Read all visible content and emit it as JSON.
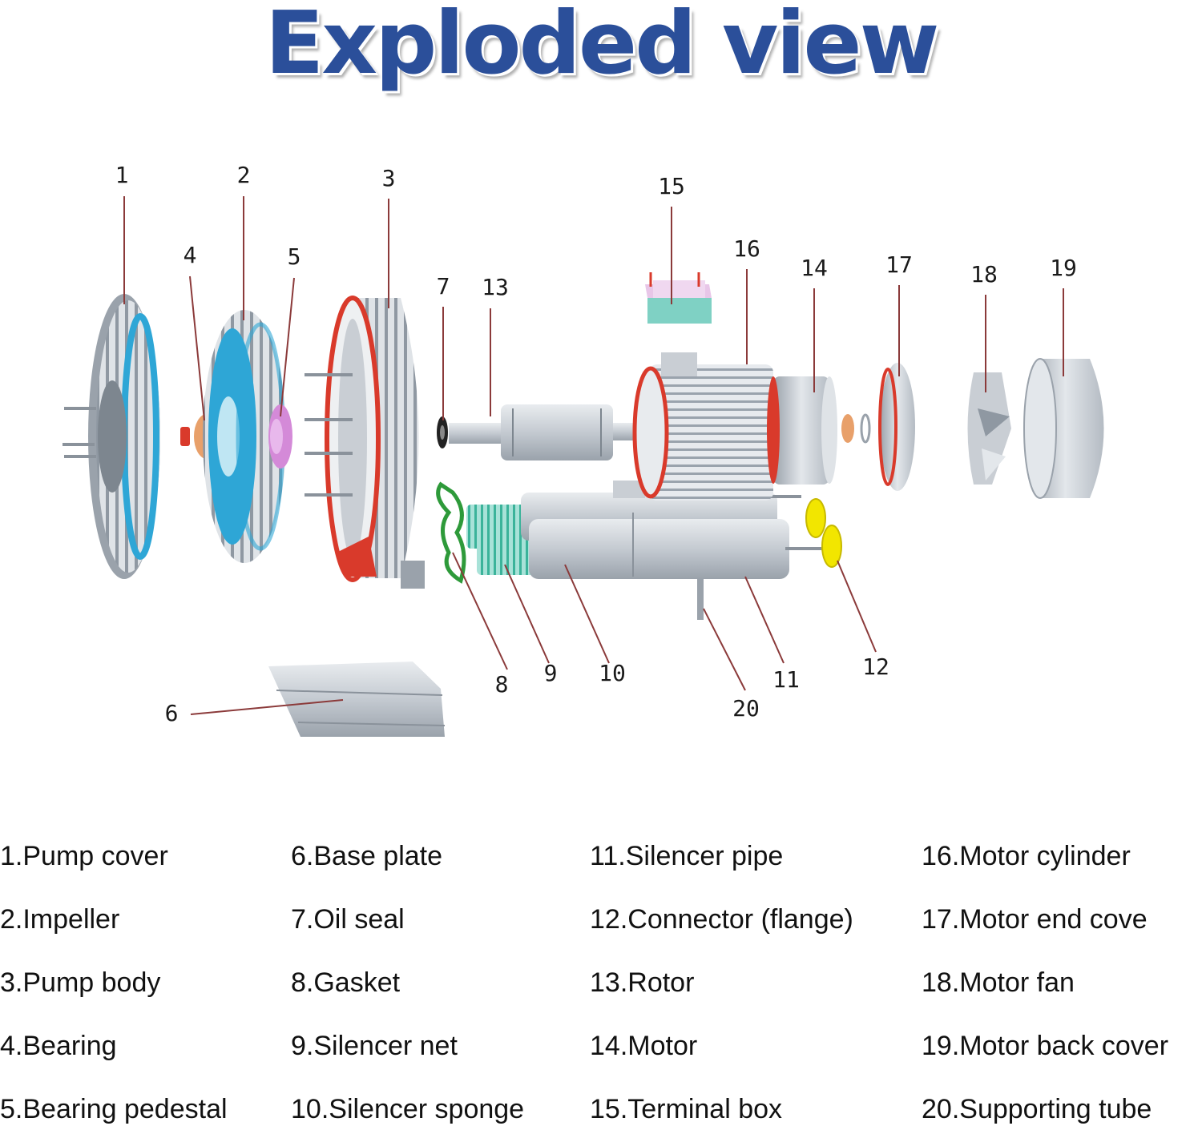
{
  "title": "Exploded view",
  "callouts": [
    "1",
    "2",
    "3",
    "4",
    "5",
    "6",
    "7",
    "8",
    "9",
    "10",
    "11",
    "12",
    "13",
    "14",
    "15",
    "16",
    "17",
    "18",
    "19",
    "20"
  ],
  "legend": [
    "1.Pump cover",
    "2.Impeller",
    "3.Pump body",
    "4.Bearing",
    "5.Bearing pedestal",
    "6.Base plate",
    "7.Oil seal",
    "8.Gasket",
    "9.Silencer net",
    "10.Silencer sponge",
    "11.Silencer pipe",
    "12.Connector (flange)",
    "13.Rotor",
    "14.Motor",
    "15.Terminal box",
    "16.Motor cylinder",
    "17.Motor end cove",
    "18.Motor fan",
    "19.Motor back cover",
    "20.Supporting tube"
  ],
  "colors": {
    "title": "#2b4f9a",
    "leader_line": "#8b3a3a",
    "metal": "#c9ced4",
    "blue_part": "#2ea6d6",
    "red_accent": "#d93a2b",
    "yellow_part": "#f2e600",
    "green_part": "#2e9a3a",
    "teal_part": "#7fd1c4",
    "pink_part": "#d48ad8",
    "orange_part": "#e8a06a"
  }
}
